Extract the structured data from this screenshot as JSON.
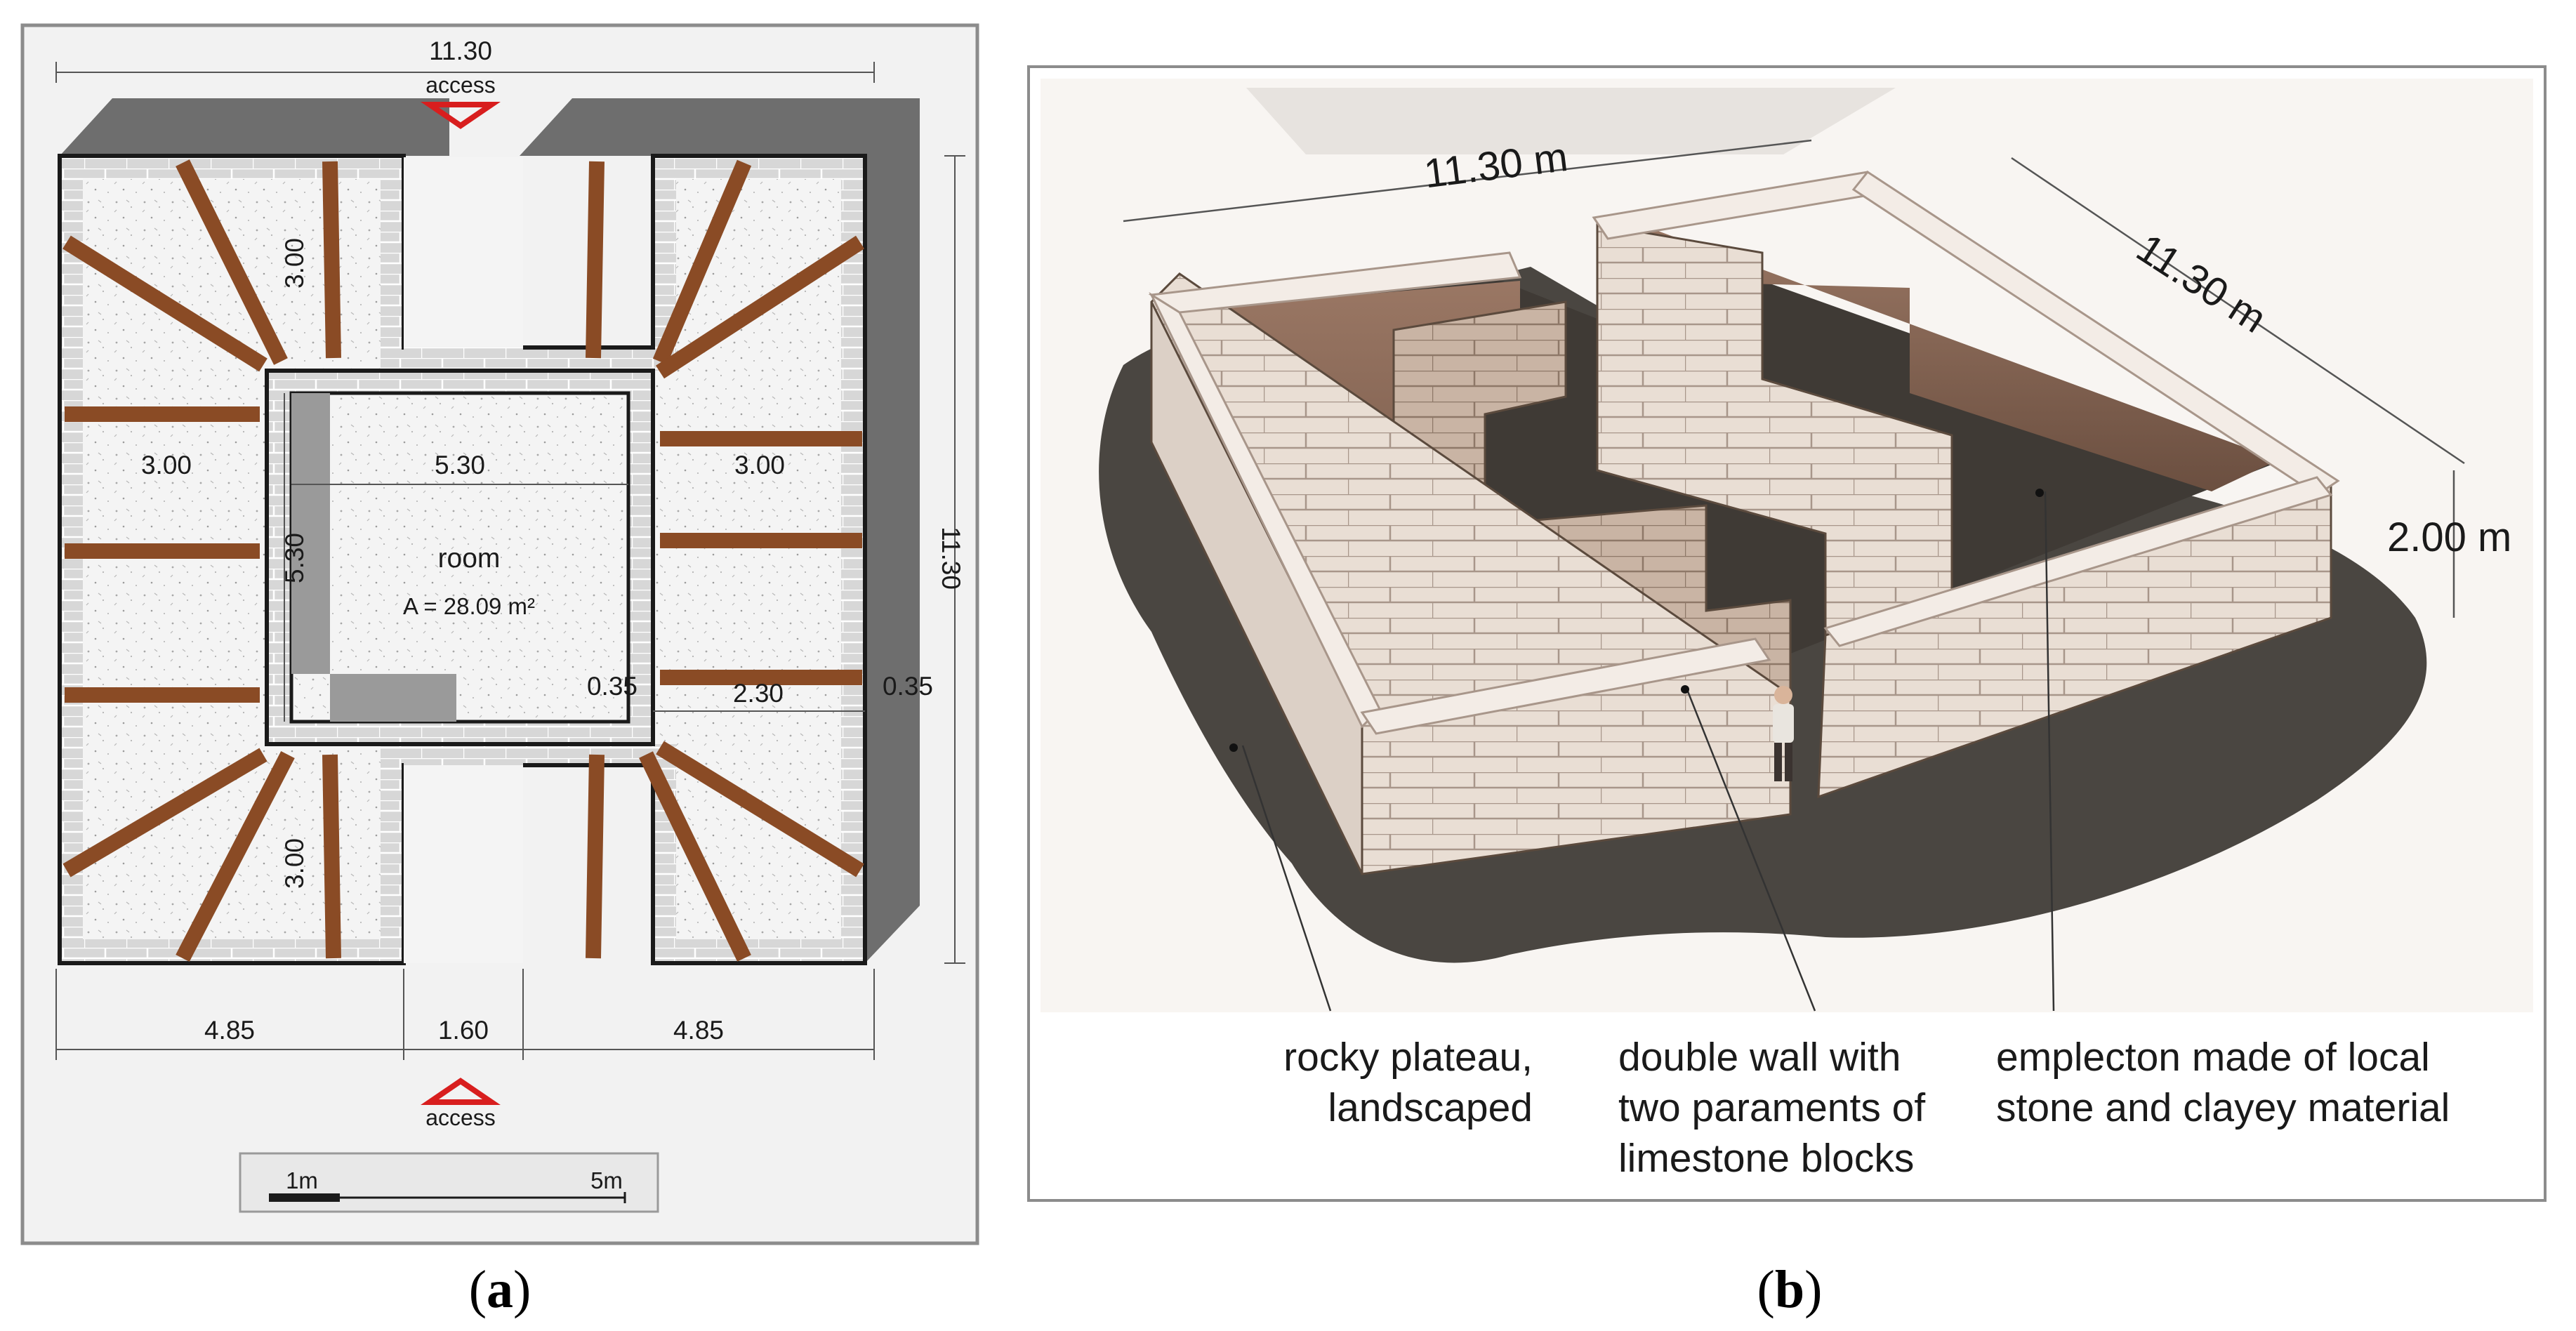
{
  "panel_a": {
    "overall_width": "11.30",
    "overall_height": "11.30",
    "access_top": "access",
    "access_bottom": "access",
    "dim_arm_top": "3.00",
    "dim_arm_bottom": "3.00",
    "dim_left_arm": "3.00",
    "dim_right_arm": "3.00",
    "dim_room_width": "5.30",
    "dim_room_height": "5.30",
    "room_name": "room",
    "room_area": "A = 28.09 m²",
    "wall_inner": "0.35",
    "dim_230": "2.30",
    "wall_outer": "0.35",
    "bottom_left": "4.85",
    "bottom_mid": "1.60",
    "bottom_right": "4.85",
    "scale_small": "1m",
    "scale_large": "5m",
    "caption": "a"
  },
  "panel_b": {
    "dim_front": "11.30 m",
    "dim_side": "11.30 m",
    "dim_height": "2.00 m",
    "label_rocky": [
      "rocky plateau,",
      "landscaped"
    ],
    "label_wall": [
      "double wall with",
      "two paraments of",
      "limestone blocks"
    ],
    "label_emplecton": [
      "emplecton made of local",
      "stone and clayey material"
    ],
    "caption": "b"
  },
  "colors": {
    "frame": "#8c8c8c",
    "shadow": "#6e6e6e",
    "beam": "#8a4b25",
    "wall_block": "#e6dcd3",
    "ground": "#4a4641",
    "access_red": "#d81e1e"
  }
}
